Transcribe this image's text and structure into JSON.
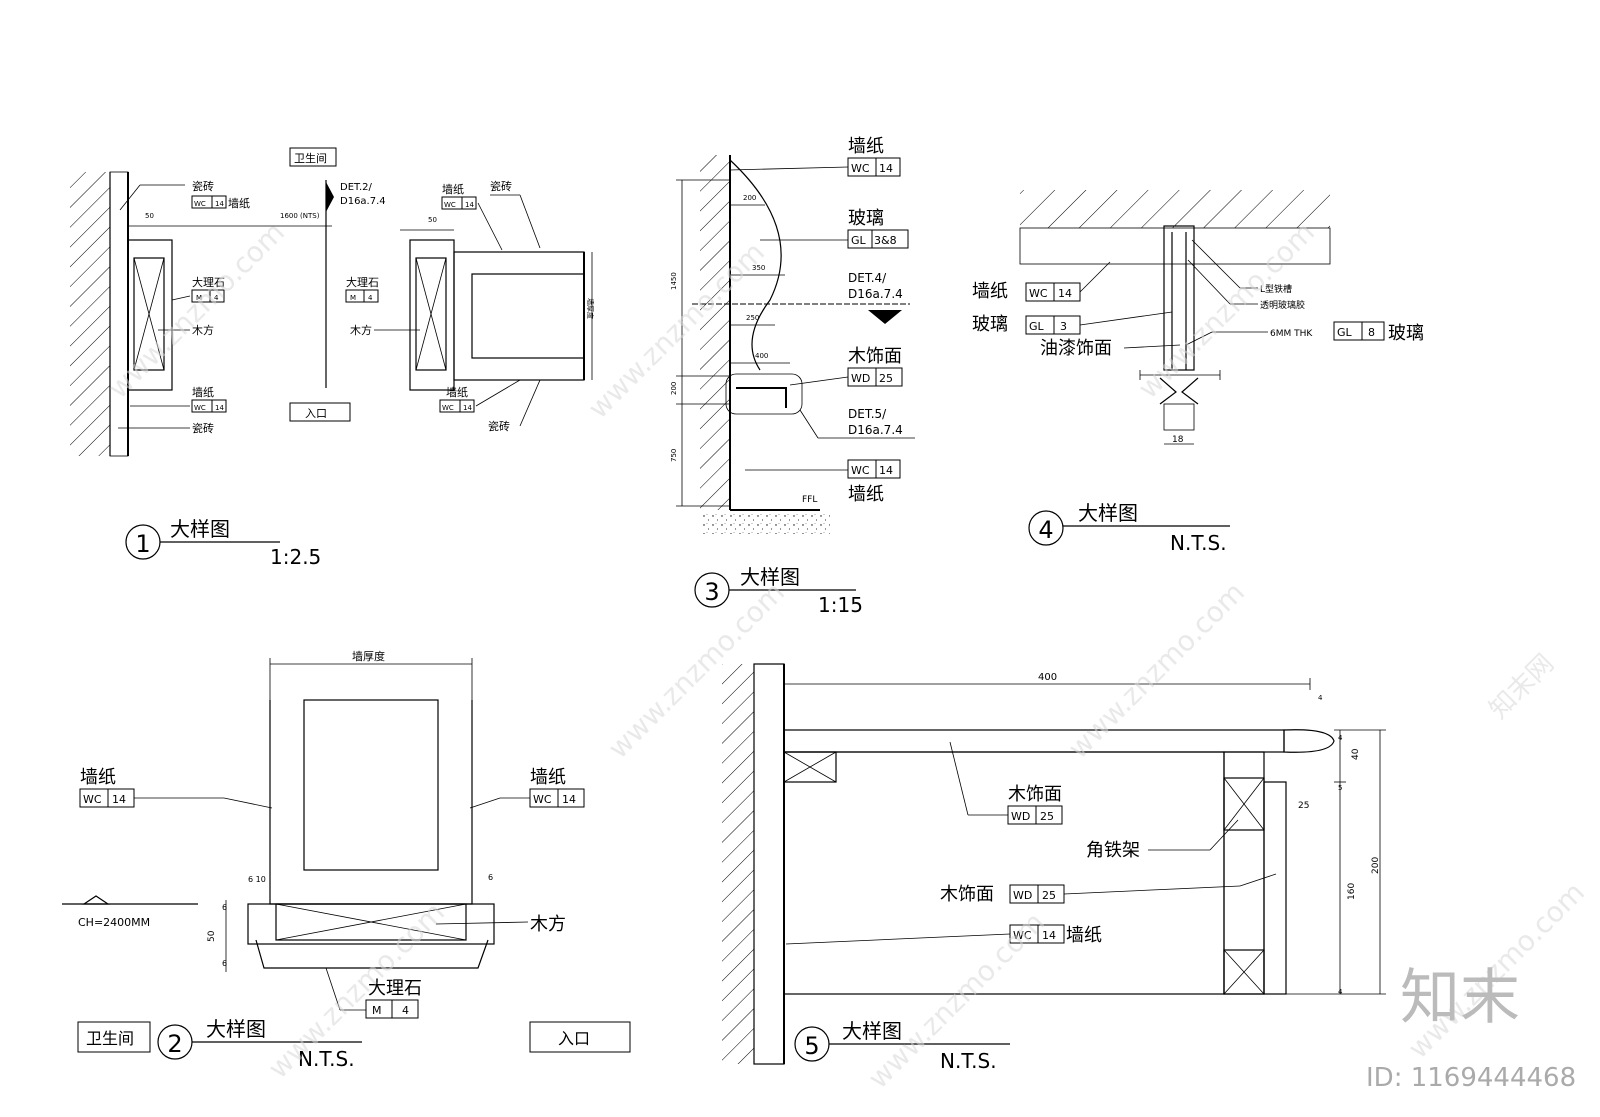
{
  "watermark": {
    "site": "www.znzmo.com",
    "brand": "知末网",
    "logo": "知末",
    "id_text": "ID: 1169444468"
  },
  "titles": [
    {
      "num": "1",
      "title": "大样图",
      "scale": "1:2.5"
    },
    {
      "num": "2",
      "title": "大样图",
      "scale": "N.T.S."
    },
    {
      "num": "3",
      "title": "大样图",
      "scale": "1:15"
    },
    {
      "num": "4",
      "title": "大样图",
      "scale": "N.T.S."
    },
    {
      "num": "5",
      "title": "大样图",
      "scale": "N.T.S."
    }
  ],
  "detail1": {
    "bathroom_tag": "卫生间",
    "entrance_tag": "入口",
    "section_ref_1": "DET.2/",
    "section_ref_2": "D16a.7.4",
    "dim_1600": "1600 (NTS)",
    "dim_50a": "50",
    "dim_50b": "50",
    "wall_thickness": "墙厚度",
    "left": {
      "tile_top": "瓷砖",
      "wc_code": "WC",
      "wc_num": "14",
      "wallpaper": "墙纸",
      "marble": "大理石",
      "m_code": "M",
      "m_num": "4",
      "timber": "木方",
      "wallpaper_b": "墙纸",
      "wc_code_b": "WC",
      "wc_num_b": "14",
      "tile_bottom": "瓷砖"
    },
    "right": {
      "wallpaper": "墙纸",
      "wc_code": "WC",
      "wc_num": "14",
      "tile_top": "瓷砖",
      "marble": "大理石",
      "m_code": "M",
      "m_num": "4",
      "timber": "木方",
      "wallpaper_b": "墙纸",
      "wc_code_b": "WC",
      "wc_num_b": "14",
      "tile_bottom": "瓷砖"
    }
  },
  "detail2": {
    "wall_thickness": "墙厚度",
    "left_wallpaper": "墙纸",
    "left_wc_code": "WC",
    "left_wc_num": "14",
    "right_wallpaper": "墙纸",
    "right_wc_code": "WC",
    "right_wc_num": "14",
    "timber": "木方",
    "marble": "大理石",
    "m_code": "M",
    "m_num": "4",
    "ch": "CH=2400MM",
    "dim_610": "6 10",
    "dim_6a": "6",
    "dim_6b": "6",
    "dim_6c": "6",
    "dim_50": "50",
    "bathroom_tag": "卫生间",
    "entrance_tag": "入口"
  },
  "detail3": {
    "wallpaper_top": "墙纸",
    "wc_code_top": "WC",
    "wc_num_top": "14",
    "glass": "玻璃",
    "gl_code": "GL",
    "gl_num": "3&8",
    "det4_1": "DET.4/",
    "det4_2": "D16a.7.4",
    "wood": "木饰面",
    "wd_code": "WD",
    "wd_num": "25",
    "det5_1": "DET.5/",
    "det5_2": "D16a.7.4",
    "wc_code_bot": "WC",
    "wc_num_bot": "14",
    "wallpaper_bot": "墙纸",
    "ffl": "FFL",
    "dims": {
      "d200": "200",
      "d350": "350",
      "d250": "250",
      "d400": "400",
      "d1450": "1450",
      "d200v": "200",
      "d750": "750"
    }
  },
  "detail4": {
    "wallpaper": "墙纸",
    "wc_code": "WC",
    "wc_num": "14",
    "glass": "玻璃",
    "gl_code": "GL",
    "gl_num": "3",
    "paint": "油漆饰面",
    "l_channel": "L型铁槽",
    "silicone": "透明玻璃胶",
    "thk": "6MM THK",
    "gl_code_r": "GL",
    "gl_num_r": "8",
    "glass_r": "玻璃",
    "dim_18": "18"
  },
  "detail5": {
    "dim_400": "400",
    "wood_top": "木饰面",
    "wd_code_top": "WD",
    "wd_num_top": "25",
    "angle_frame": "角铁架",
    "wood_mid": "木饰面",
    "wd_code_mid": "WD",
    "wd_num_mid": "25",
    "wc_code": "WC",
    "wc_num": "14",
    "wallpaper": "墙纸",
    "dims": {
      "d40": "40",
      "d200": "200",
      "d160": "160",
      "d25": "25",
      "d4a": "4",
      "d4b": "4",
      "d5": "5",
      "d4c": "4"
    }
  }
}
